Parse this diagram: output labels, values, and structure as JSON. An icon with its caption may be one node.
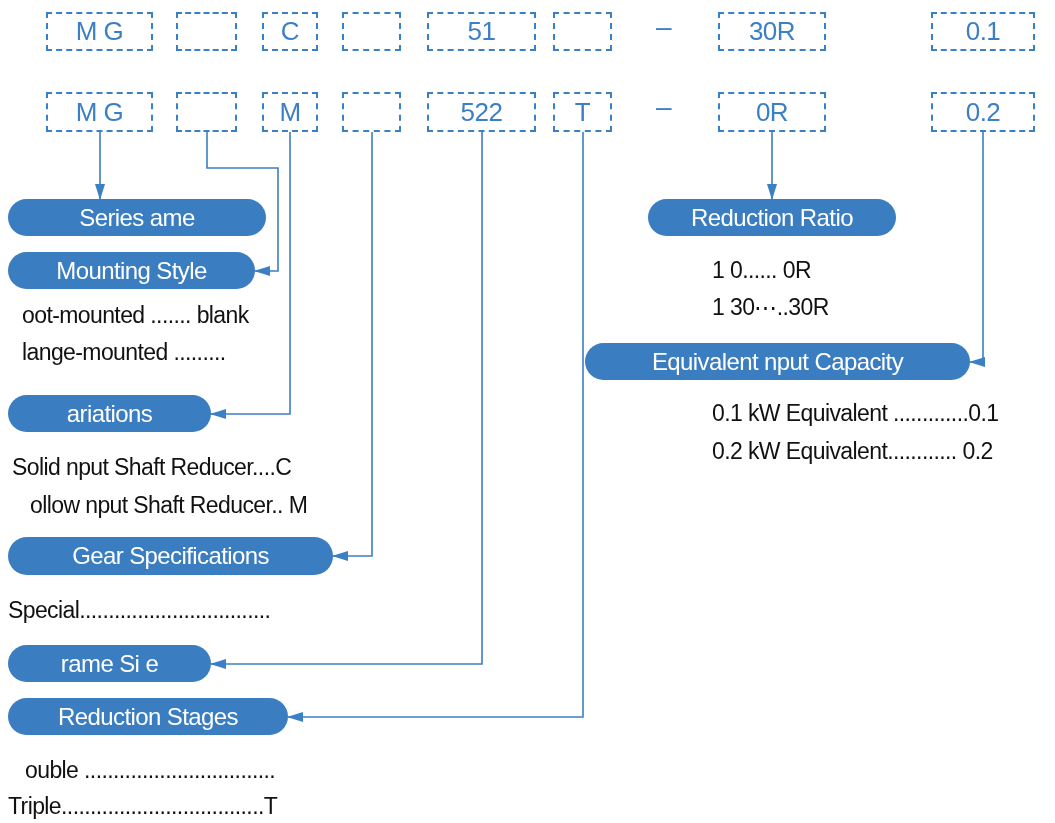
{
  "diagram": {
    "nodes": [
      {
        "text": [
          "M G"
        ]
      },
      {
        "text": [],
        "shape": "box"
      },
      {
        "text": [
          "C"
        ]
      },
      {
        "text": [],
        "shape": "box"
      },
      {
        "text": [
          "51"
        ]
      },
      {
        "text": [],
        "shape": "box"
      },
      {
        "text": [
          "30R"
        ]
      },
      {
        "text": [
          "0.1"
        ]
      },
      {
        "text": [
          "M G"
        ]
      },
      {
        "text": [],
        "shape": "box"
      },
      {
        "text": [
          "M"
        ]
      },
      {
        "text": [],
        "shape": "box"
      },
      {
        "text": [
          "522"
        ]
      },
      {
        "text": [
          "T"
        ]
      },
      {
        "text": [
          "0R"
        ]
      },
      {
        "text": [
          "0.2"
        ]
      },
      {
        "text": [
          "Series ame"
        ]
      },
      {
        "text": [
          "Mounting Style"
        ]
      },
      {
        "text": [
          "ariations"
        ]
      },
      {
        "text": [
          "Gear Specifications"
        ]
      },
      {
        "text": [
          "rame Si e"
        ]
      },
      {
        "text": [
          "Reduction Stages"
        ]
      },
      {
        "text": [
          "Reduction Ratio"
        ]
      },
      {
        "text": [
          "Equivalent nput Capacity"
        ]
      }
    ],
    "edges": [
      {
        "from": 8,
        "to": 16,
        "arrow": "to"
      },
      {
        "from": 9,
        "to": 17,
        "arrow": "to"
      },
      {
        "from": 10,
        "to": 18,
        "arrow": "to"
      },
      {
        "from": 11,
        "to": 19,
        "arrow": "to"
      },
      {
        "from": 12,
        "to": 20,
        "arrow": "to"
      },
      {
        "from": 13,
        "to": 21,
        "arrow": "to"
      },
      {
        "from": 14,
        "to": 22,
        "arrow": "to"
      },
      {
        "from": 15,
        "to": 23,
        "arrow": "to"
      }
    ],
    "labels": [
      "–",
      "–",
      "oot-mounted ....... blank",
      "lange-mounted .........",
      "Solid nput Shaft Reducer....C",
      "ollow nput Shaft Reducer.. M",
      "Special.................................",
      "ouble .................................",
      "Triple...................................T",
      "1 0...... 0R",
      "1 30⋯..30R",
      "0.1 kW Equivalent .............0.1",
      "0.2 kW Equivalent............ 0.2"
    ]
  }
}
